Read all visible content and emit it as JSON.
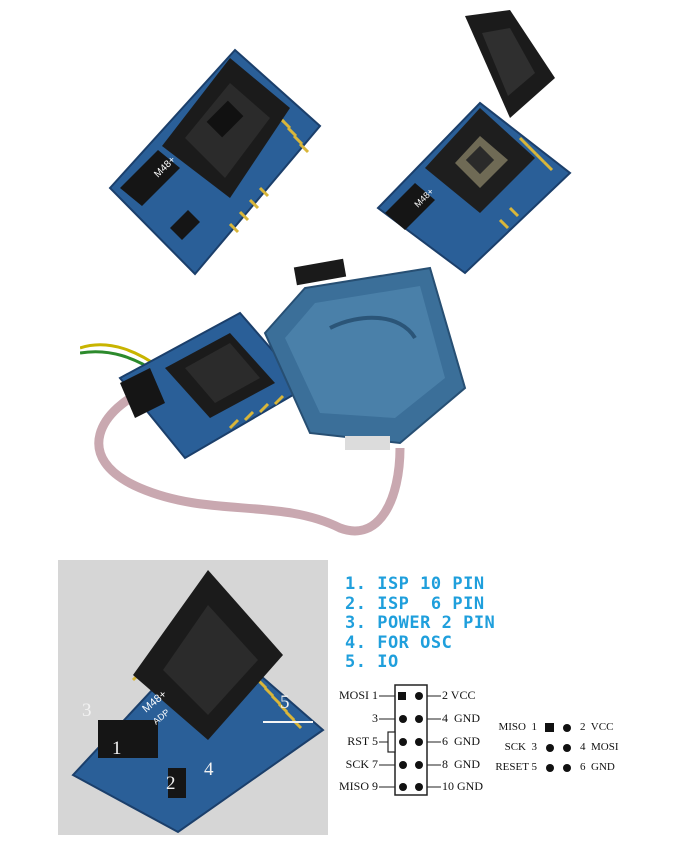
{
  "photo_labels": {
    "board_model": "M48+",
    "board_sub": "ADP",
    "callouts": [
      "1",
      "2",
      "3",
      "4",
      "5"
    ]
  },
  "legend": [
    "1. ISP 10 PIN",
    "2. ISP  6 PIN",
    "3. POWER 2 PIN",
    "4. FOR OSC",
    "5. IO"
  ],
  "isp10": {
    "left": [
      "MOSI 1",
      "3",
      "RST 5",
      "SCK 7",
      "MISO 9"
    ],
    "right": [
      "2 VCC",
      "4  GND",
      "6  GND",
      "8  GND",
      "10 GND"
    ]
  },
  "isp6": {
    "left": [
      "MISO  1",
      "SCK  3",
      "RESET 5"
    ],
    "right": [
      "2  VCC",
      "4  MOSI",
      "6  GND"
    ]
  },
  "colors": {
    "legend": "#1f9fdc",
    "pcb": "#2a5f98",
    "socket": "#1b1b1b",
    "gold_pins": "#d9b63a",
    "programmer": "#3b6f99"
  }
}
